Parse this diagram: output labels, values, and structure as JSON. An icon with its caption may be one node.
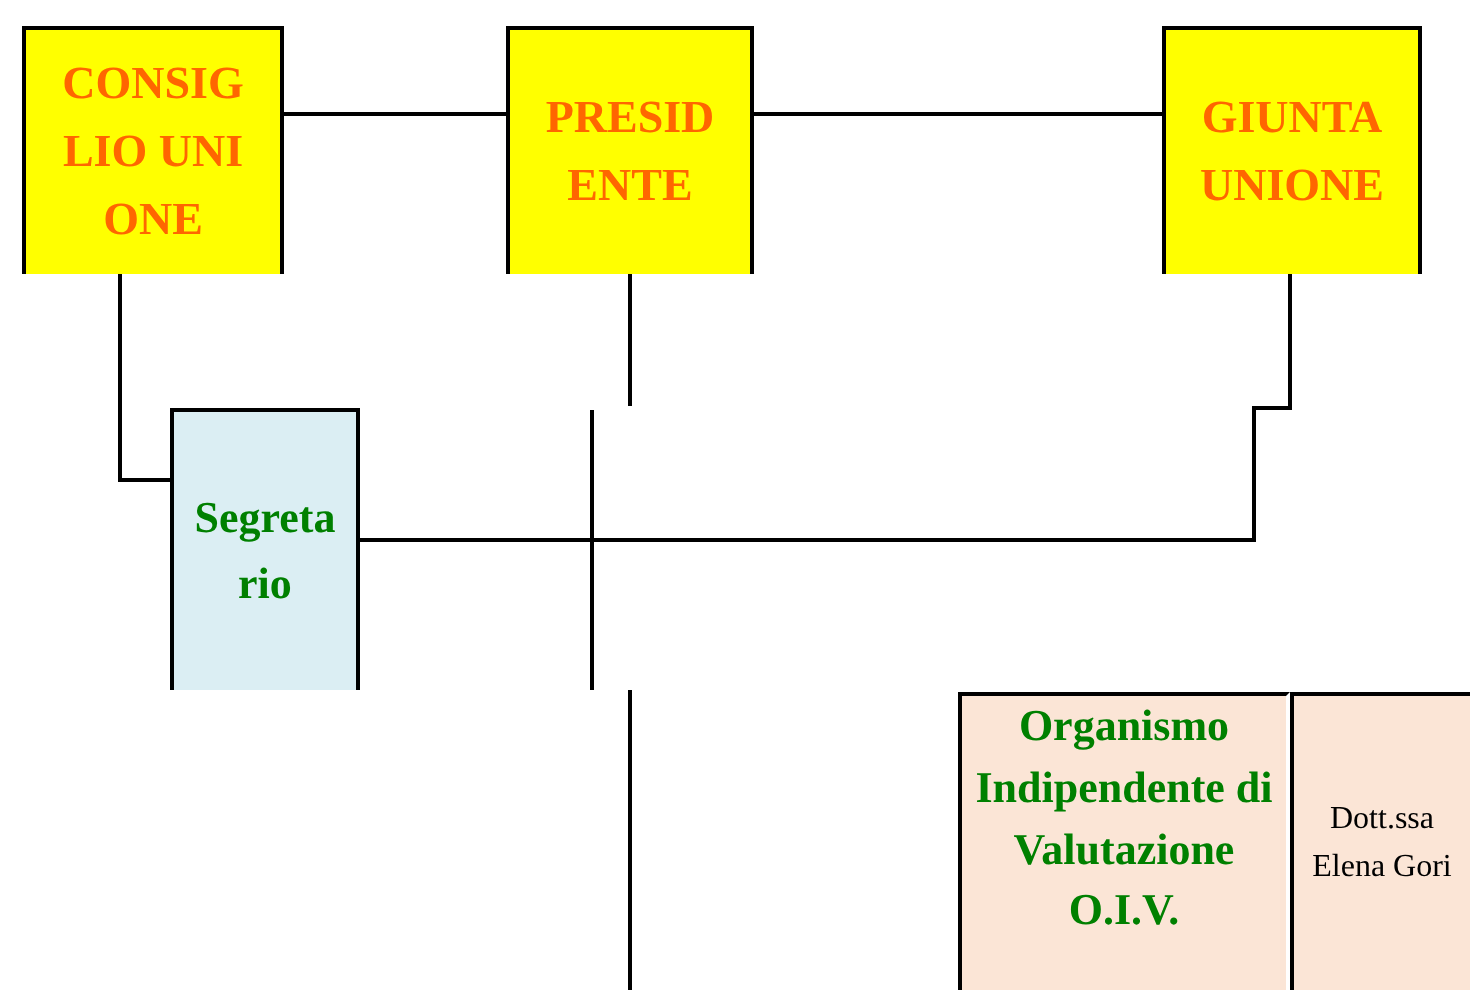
{
  "diagram": {
    "nodes": [
      {
        "text": [
          "CONSIGLIO UNIONE"
        ]
      },
      {
        "text": [
          "PRESIDENTE"
        ]
      },
      {
        "text": [
          "GIUNTA UNIONE"
        ]
      },
      {
        "text": [
          "Segretario"
        ]
      },
      {
        "text": [
          "Organismo Indipendente di Valutazione O.I.V."
        ]
      },
      {
        "text": [
          "Dott.ssa Elena Gori"
        ]
      }
    ],
    "edges": [
      {
        "from": 0,
        "to": 1,
        "arrow": "none"
      },
      {
        "from": 1,
        "to": 2,
        "arrow": "none"
      },
      {
        "from": 0,
        "to": 3,
        "arrow": "none"
      },
      {
        "from": 3,
        "to": 2,
        "arrow": "none"
      },
      {
        "from": 1,
        "to": null,
        "arrow": "none"
      }
    ]
  }
}
